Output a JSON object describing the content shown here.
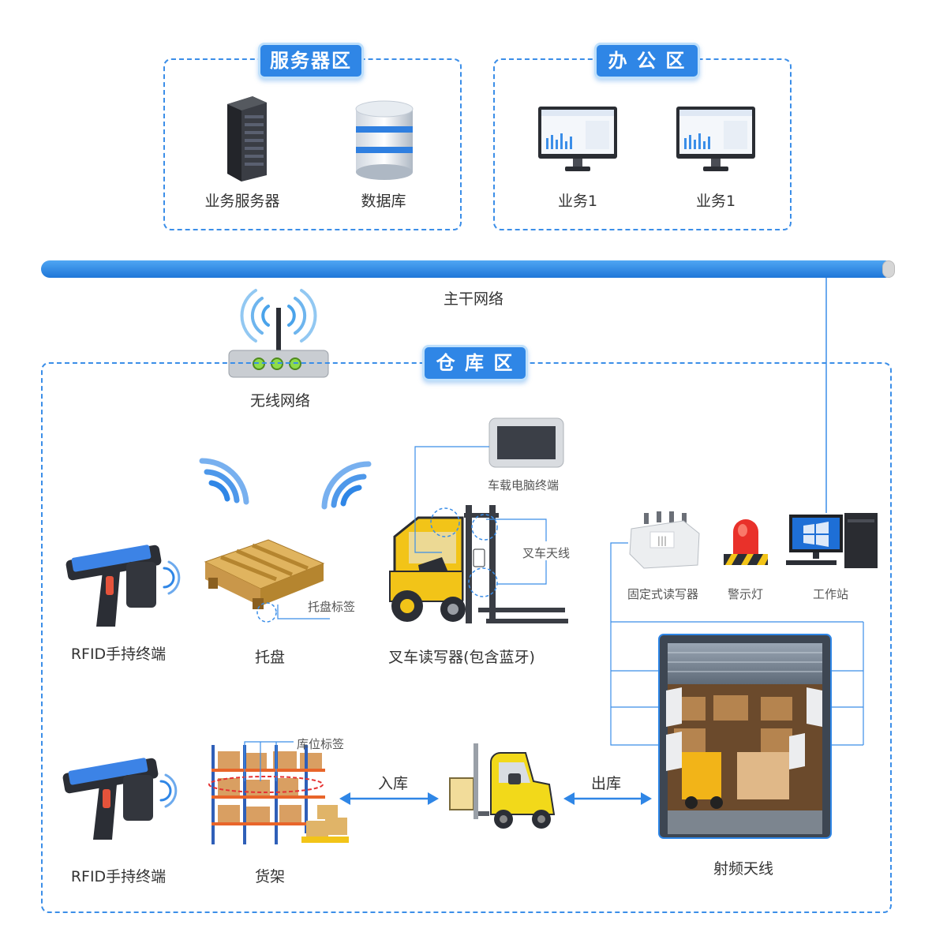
{
  "zones": {
    "server": {
      "title": "服务器区",
      "items": [
        "业务服务器",
        "数据库"
      ]
    },
    "office": {
      "title": "办 公 区",
      "items": [
        "业务1",
        "业务1"
      ]
    },
    "warehouse": {
      "title": "仓 库 区"
    }
  },
  "backbone": {
    "label": "主干网络"
  },
  "wireless": {
    "label": "无线网络"
  },
  "devices": {
    "vehicle_terminal": "车载电脑终端",
    "forklift_antenna": "叉车天线",
    "fixed_reader": "固定式读写器",
    "alarm_light": "警示灯",
    "workstation": "工作站",
    "rfid_handheld_1": "RFID手持终端",
    "pallet": "托盘",
    "pallet_tag": "托盘标签",
    "forklift_reader": "叉车读写器(包含蓝牙)",
    "location_tag": "库位标签",
    "rfid_handheld_2": "RFID手持终端",
    "shelf": "货架",
    "inbound": "入库",
    "outbound": "出库",
    "rf_antenna": "射频天线"
  },
  "colors": {
    "accent": "#2f86e6",
    "line": "#3b8ee8",
    "text": "#333333"
  }
}
